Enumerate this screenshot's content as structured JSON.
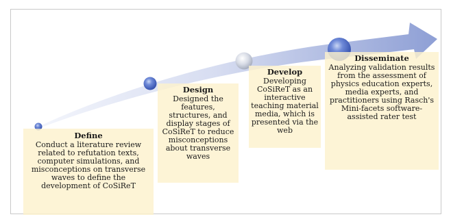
{
  "diagram": {
    "stages": [
      {
        "title": "Define",
        "description": "Conduct a literature review related to refutation texts, computer simulations, and misconceptions on transverse waves to define the development of CoSiReT"
      },
      {
        "title": "Design",
        "description": "Designed the features, structures, and display stages of CoSiReT to reduce misconceptions about transverse waves"
      },
      {
        "title": "Develop",
        "description": "Developing CoSiReT as an interactive teaching material media, which is presented via the web"
      },
      {
        "title": "Disseminate",
        "description": "Analyzing validation results from the assessment of physics education experts, media experts, and practitioners using Rasch's Mini-facets software-assisted rater test"
      }
    ],
    "colors": {
      "arrow_light": "#eef2fb",
      "arrow_dark": "#8fa0d6",
      "node_color": "#4a68c4",
      "node_highlight": "#e9eef7",
      "box_fill": "#fdf2cd"
    }
  }
}
